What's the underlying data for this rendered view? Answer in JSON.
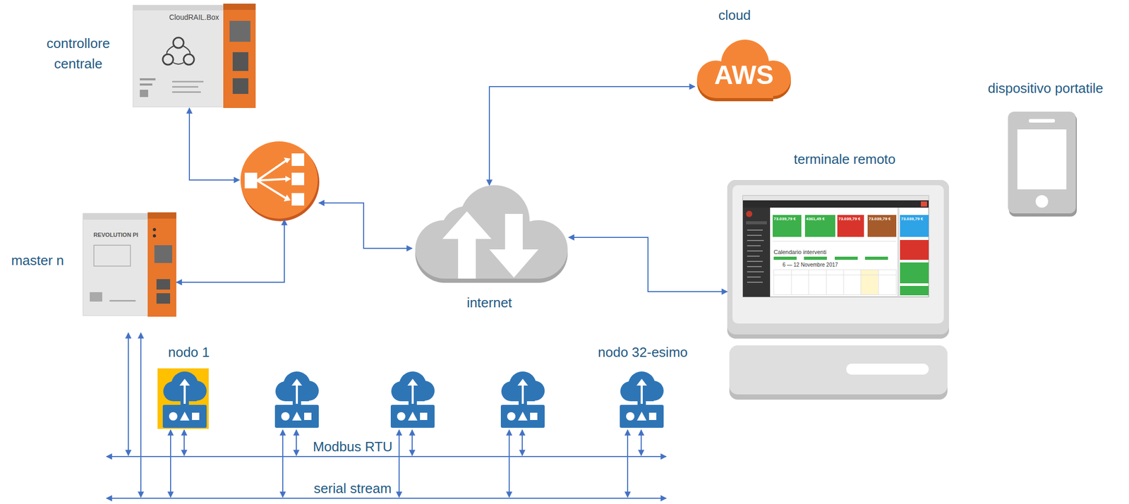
{
  "diagram": {
    "nodes": [
      {
        "text": [
          "controllore centrale"
        ]
      },
      {
        "text": [
          "cloud",
          "AWS"
        ]
      },
      {
        "text": [
          "dispositivo portatile"
        ]
      },
      {
        "text": []
      },
      {
        "text": [
          "terminale remoto"
        ]
      },
      {
        "text": [
          "master n"
        ]
      },
      {
        "text": [
          "internet"
        ]
      },
      {
        "text": [
          "nodo 1"
        ]
      },
      {
        "text": [
          "nodo 32-esimo"
        ]
      }
    ],
    "edges": [
      {
        "from": 0,
        "to": 3,
        "arrow": "both"
      },
      {
        "from": 5,
        "to": 3,
        "arrow": "both"
      },
      {
        "from": 3,
        "to": 6,
        "arrow": "both"
      },
      {
        "from": 6,
        "to": 1,
        "arrow": "both"
      },
      {
        "from": 6,
        "to": 4,
        "arrow": "both"
      }
    ],
    "labels": [
      "CloudRAIL.Box",
      "REVOLUTION PI",
      "Modbus RTU",
      "serial stream",
      "73.039,79 €",
      "4361,45 €",
      "73.039,79 €",
      "73.039,79 €",
      "73.039,79 €",
      "Calendario interventi",
      "6 — 12 Novembre 2017"
    ]
  }
}
